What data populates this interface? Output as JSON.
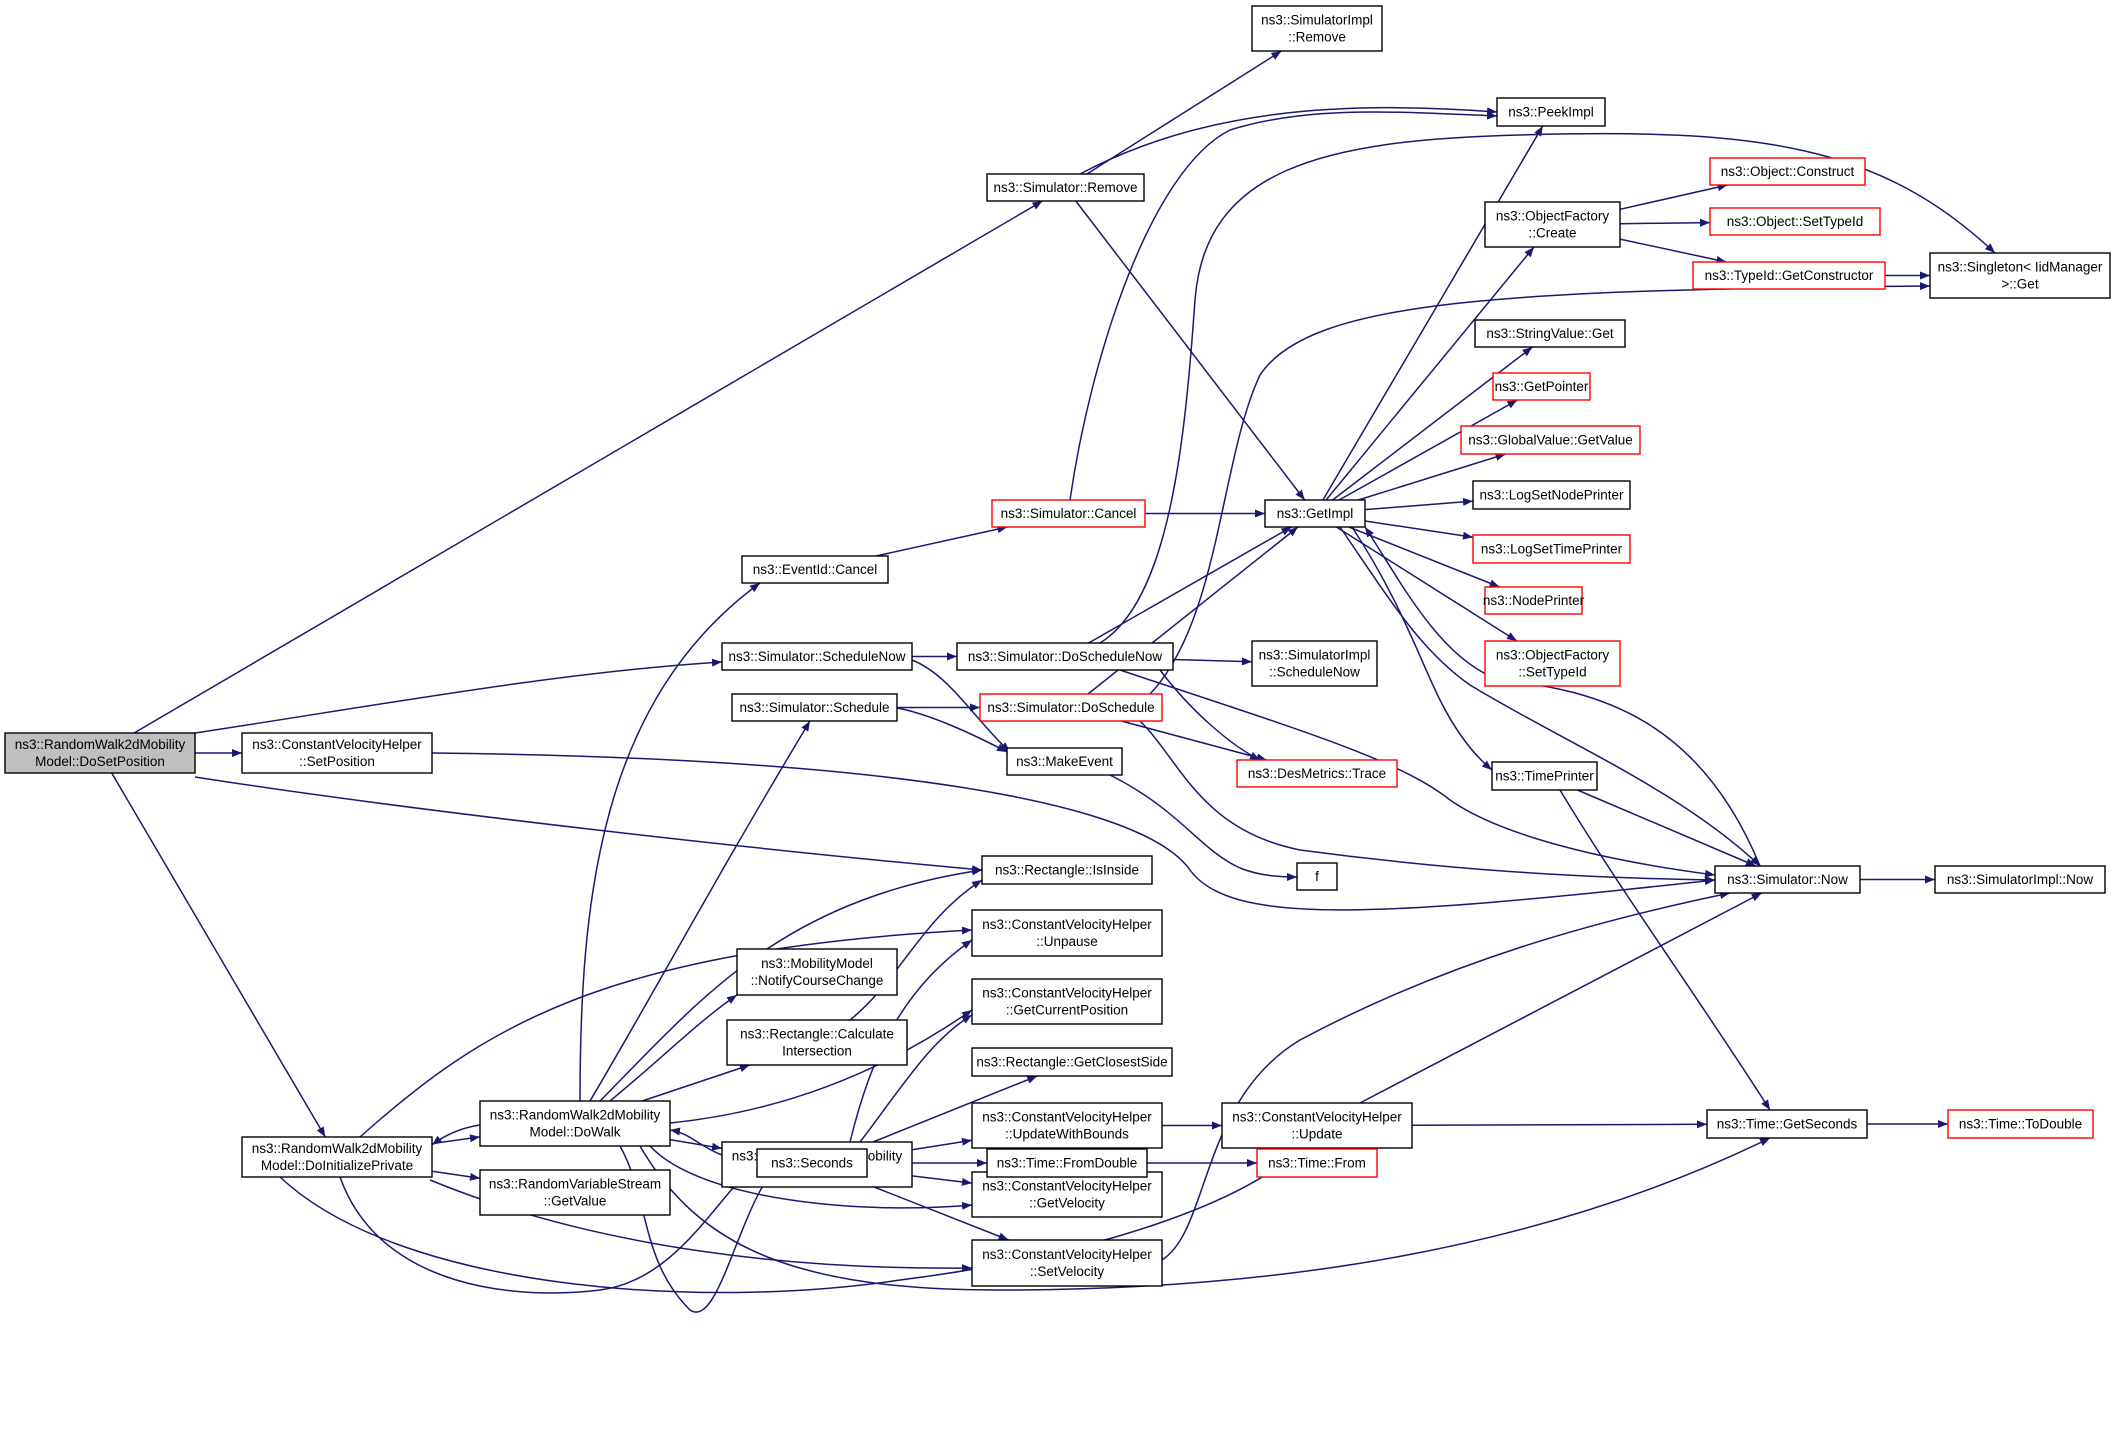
{
  "colors": {
    "edge": "#191970",
    "node_border": "#000000",
    "node_border_red": "#ff0000",
    "root_fill": "#bfbfbf",
    "background": "#ffffff"
  },
  "nodes": [
    {
      "id": "doSetPosition",
      "lines": [
        "ns3::RandomWalk2dMobility",
        "Model::DoSetPosition"
      ],
      "style": "root"
    },
    {
      "id": "cvhSetPosition",
      "lines": [
        "ns3::ConstantVelocityHelper",
        "::SetPosition"
      ],
      "style": "normal"
    },
    {
      "id": "doInitPrivate",
      "lines": [
        "ns3::RandomWalk2dMobility",
        "Model::DoInitializePrivate"
      ],
      "style": "normal"
    },
    {
      "id": "simRemove",
      "lines": [
        "ns3::Simulator::Remove"
      ],
      "style": "normal"
    },
    {
      "id": "simImplRemove",
      "lines": [
        "ns3::SimulatorImpl",
        "::Remove"
      ],
      "style": "normal"
    },
    {
      "id": "peekImpl",
      "lines": [
        "ns3::PeekImpl"
      ],
      "style": "normal"
    },
    {
      "id": "ofCreate",
      "lines": [
        "ns3::ObjectFactory",
        "::Create"
      ],
      "style": "normal"
    },
    {
      "id": "objConstruct",
      "lines": [
        "ns3::Object::Construct"
      ],
      "style": "red"
    },
    {
      "id": "objSetTypeId",
      "lines": [
        "ns3::Object::SetTypeId"
      ],
      "style": "red"
    },
    {
      "id": "typeIdGetCtor",
      "lines": [
        "ns3::TypeId::GetConstructor"
      ],
      "style": "red"
    },
    {
      "id": "singletonGet",
      "lines": [
        "ns3::Singleton< IidManager",
        ">::Get"
      ],
      "style": "normal"
    },
    {
      "id": "stringValueGet",
      "lines": [
        "ns3::StringValue::Get"
      ],
      "style": "normal"
    },
    {
      "id": "getPointer",
      "lines": [
        "ns3::GetPointer"
      ],
      "style": "red"
    },
    {
      "id": "gvGetValue",
      "lines": [
        "ns3::GlobalValue::GetValue"
      ],
      "style": "red"
    },
    {
      "id": "logSetNodePrinter",
      "lines": [
        "ns3::LogSetNodePrinter"
      ],
      "style": "normal"
    },
    {
      "id": "logSetTimePrinter",
      "lines": [
        "ns3::LogSetTimePrinter"
      ],
      "style": "red"
    },
    {
      "id": "nodePrinter",
      "lines": [
        "ns3::NodePrinter"
      ],
      "style": "red"
    },
    {
      "id": "ofSetTypeId",
      "lines": [
        "ns3::ObjectFactory",
        "::SetTypeId"
      ],
      "style": "red"
    },
    {
      "id": "simCancel",
      "lines": [
        "ns3::Simulator::Cancel"
      ],
      "style": "red"
    },
    {
      "id": "getImpl",
      "lines": [
        "ns3::GetImpl"
      ],
      "style": "normal"
    },
    {
      "id": "eventIdCancel",
      "lines": [
        "ns3::EventId::Cancel"
      ],
      "style": "normal"
    },
    {
      "id": "simScheduleNow",
      "lines": [
        "ns3::Simulator::ScheduleNow"
      ],
      "style": "normal"
    },
    {
      "id": "simDoScheduleNow",
      "lines": [
        "ns3::Simulator::DoScheduleNow"
      ],
      "style": "normal"
    },
    {
      "id": "simImplScheduleNow",
      "lines": [
        "ns3::SimulatorImpl",
        "::ScheduleNow"
      ],
      "style": "normal"
    },
    {
      "id": "simSchedule",
      "lines": [
        "ns3::Simulator::Schedule"
      ],
      "style": "normal"
    },
    {
      "id": "simDoSchedule",
      "lines": [
        "ns3::Simulator::DoSchedule"
      ],
      "style": "red"
    },
    {
      "id": "makeEvent",
      "lines": [
        "ns3::MakeEvent"
      ],
      "style": "normal"
    },
    {
      "id": "desMetricsTrace",
      "lines": [
        "ns3::DesMetrics::Trace"
      ],
      "style": "red"
    },
    {
      "id": "timePrinter",
      "lines": [
        "ns3::TimePrinter"
      ],
      "style": "normal"
    },
    {
      "id": "f",
      "lines": [
        "f"
      ],
      "style": "normal"
    },
    {
      "id": "rectIsInside",
      "lines": [
        "ns3::Rectangle::IsInside"
      ],
      "style": "normal"
    },
    {
      "id": "simNow",
      "lines": [
        "ns3::Simulator::Now"
      ],
      "style": "normal"
    },
    {
      "id": "simImplNow",
      "lines": [
        "ns3::SimulatorImpl::Now"
      ],
      "style": "normal"
    },
    {
      "id": "cvhUnpause",
      "lines": [
        "ns3::ConstantVelocityHelper",
        "::Unpause"
      ],
      "style": "normal"
    },
    {
      "id": "notifyCourseChange",
      "lines": [
        "ns3::MobilityModel",
        "::NotifyCourseChange"
      ],
      "style": "normal"
    },
    {
      "id": "cvhGetCurrentPosition",
      "lines": [
        "ns3::ConstantVelocityHelper",
        "::GetCurrentPosition"
      ],
      "style": "normal"
    },
    {
      "id": "rectCalcIntersection",
      "lines": [
        "ns3::Rectangle::Calculate",
        "Intersection"
      ],
      "style": "normal"
    },
    {
      "id": "rectGetClosestSide",
      "lines": [
        "ns3::Rectangle::GetClosestSide"
      ],
      "style": "normal"
    },
    {
      "id": "doWalk",
      "lines": [
        "ns3::RandomWalk2dMobility",
        "Model::DoWalk"
      ],
      "style": "normal"
    },
    {
      "id": "rebound",
      "lines": [
        "ns3::RandomWalk2dMobility",
        "Model::Rebound"
      ],
      "style": "normal"
    },
    {
      "id": "cvhUpdateWithBounds",
      "lines": [
        "ns3::ConstantVelocityHelper",
        "::UpdateWithBounds"
      ],
      "style": "normal"
    },
    {
      "id": "cvhUpdate",
      "lines": [
        "ns3::ConstantVelocityHelper",
        "::Update"
      ],
      "style": "normal"
    },
    {
      "id": "timeGetSeconds",
      "lines": [
        "ns3::Time::GetSeconds"
      ],
      "style": "normal"
    },
    {
      "id": "timeToDouble",
      "lines": [
        "ns3::Time::ToDouble"
      ],
      "style": "red"
    },
    {
      "id": "rvsGetValue",
      "lines": [
        "ns3::RandomVariableStream",
        "::GetValue"
      ],
      "style": "normal"
    },
    {
      "id": "cvhGetVelocity",
      "lines": [
        "ns3::ConstantVelocityHelper",
        "::GetVelocity"
      ],
      "style": "normal"
    },
    {
      "id": "cvhSetVelocity",
      "lines": [
        "ns3::ConstantVelocityHelper",
        "::SetVelocity"
      ],
      "style": "normal"
    },
    {
      "id": "seconds",
      "lines": [
        "ns3::Seconds"
      ],
      "style": "normal"
    },
    {
      "id": "timeFromDouble",
      "lines": [
        "ns3::Time::FromDouble"
      ],
      "style": "normal"
    },
    {
      "id": "timeFrom",
      "lines": [
        "ns3::Time::From"
      ],
      "style": "red"
    }
  ],
  "edges": [
    {
      "from": "doSetPosition",
      "to": "simRemove"
    },
    {
      "from": "doSetPosition",
      "to": "simScheduleNow"
    },
    {
      "from": "doSetPosition",
      "to": "cvhSetPosition"
    },
    {
      "from": "doSetPosition",
      "to": "rectIsInside"
    },
    {
      "from": "doSetPosition",
      "to": "doInitPrivate"
    },
    {
      "from": "cvhSetPosition",
      "to": "simNow"
    },
    {
      "from": "simRemove",
      "to": "simImplRemove"
    },
    {
      "from": "simRemove",
      "to": "peekImpl"
    },
    {
      "from": "simRemove",
      "to": "getImpl"
    },
    {
      "from": "simCancel",
      "to": "peekImpl"
    },
    {
      "from": "simCancel",
      "to": "getImpl"
    },
    {
      "from": "eventIdCancel",
      "to": "simCancel"
    },
    {
      "from": "simScheduleNow",
      "to": "simDoScheduleNow"
    },
    {
      "from": "simScheduleNow",
      "to": "makeEvent"
    },
    {
      "from": "simDoScheduleNow",
      "to": "singletonGet"
    },
    {
      "from": "simDoScheduleNow",
      "to": "getImpl"
    },
    {
      "from": "simDoScheduleNow",
      "to": "simImplScheduleNow"
    },
    {
      "from": "simDoScheduleNow",
      "to": "desMetricsTrace"
    },
    {
      "from": "simDoScheduleNow",
      "to": "simNow"
    },
    {
      "from": "simSchedule",
      "to": "simDoSchedule"
    },
    {
      "from": "simSchedule",
      "to": "makeEvent"
    },
    {
      "from": "simDoSchedule",
      "to": "singletonGet"
    },
    {
      "from": "simDoSchedule",
      "to": "getImpl"
    },
    {
      "from": "simDoSchedule",
      "to": "desMetricsTrace"
    },
    {
      "from": "simDoSchedule",
      "to": "simNow"
    },
    {
      "from": "makeEvent",
      "to": "f"
    },
    {
      "from": "getImpl",
      "to": "peekImpl"
    },
    {
      "from": "getImpl",
      "to": "ofCreate"
    },
    {
      "from": "getImpl",
      "to": "stringValueGet"
    },
    {
      "from": "getImpl",
      "to": "getPointer"
    },
    {
      "from": "getImpl",
      "to": "gvGetValue"
    },
    {
      "from": "getImpl",
      "to": "logSetNodePrinter"
    },
    {
      "from": "getImpl",
      "to": "logSetTimePrinter"
    },
    {
      "from": "getImpl",
      "to": "nodePrinter"
    },
    {
      "from": "getImpl",
      "to": "ofSetTypeId"
    },
    {
      "from": "getImpl",
      "to": "timePrinter"
    },
    {
      "from": "getImpl",
      "to": "simNow"
    },
    {
      "from": "simNow",
      "to": "getImpl"
    },
    {
      "from": "ofCreate",
      "to": "objConstruct"
    },
    {
      "from": "ofCreate",
      "to": "objSetTypeId"
    },
    {
      "from": "ofCreate",
      "to": "typeIdGetCtor"
    },
    {
      "from": "typeIdGetCtor",
      "to": "singletonGet"
    },
    {
      "from": "timePrinter",
      "to": "simNow"
    },
    {
      "from": "timePrinter",
      "to": "timeGetSeconds"
    },
    {
      "from": "simNow",
      "to": "simImplNow"
    },
    {
      "from": "doInitPrivate",
      "to": "doWalk"
    },
    {
      "from": "doInitPrivate",
      "to": "cvhUnpause"
    },
    {
      "from": "doInitPrivate",
      "to": "rvsGetValue"
    },
    {
      "from": "doInitPrivate",
      "to": "cvhSetVelocity"
    },
    {
      "from": "doInitPrivate",
      "to": "cvhUpdate"
    },
    {
      "from": "doInitPrivate",
      "to": "seconds"
    },
    {
      "from": "doWalk",
      "to": "eventIdCancel"
    },
    {
      "from": "doWalk",
      "to": "simSchedule"
    },
    {
      "from": "doWalk",
      "to": "rectIsInside"
    },
    {
      "from": "doWalk",
      "to": "notifyCourseChange"
    },
    {
      "from": "doWalk",
      "to": "rectCalcIntersection"
    },
    {
      "from": "doWalk",
      "to": "cvhGetCurrentPosition"
    },
    {
      "from": "doWalk",
      "to": "rebound"
    },
    {
      "from": "doWalk",
      "to": "doInitPrivate"
    },
    {
      "from": "doWalk",
      "to": "cvhGetVelocity"
    },
    {
      "from": "doWalk",
      "to": "timeGetSeconds"
    },
    {
      "from": "doWalk",
      "to": "seconds"
    },
    {
      "from": "rebound",
      "to": "doWalk"
    },
    {
      "from": "rebound",
      "to": "cvhUnpause"
    },
    {
      "from": "rebound",
      "to": "cvhGetCurrentPosition"
    },
    {
      "from": "rebound",
      "to": "rectGetClosestSide"
    },
    {
      "from": "rebound",
      "to": "cvhUpdateWithBounds"
    },
    {
      "from": "rebound",
      "to": "cvhGetVelocity"
    },
    {
      "from": "rebound",
      "to": "cvhSetVelocity"
    },
    {
      "from": "rectCalcIntersection",
      "to": "rectIsInside"
    },
    {
      "from": "cvhUpdateWithBounds",
      "to": "cvhUpdate"
    },
    {
      "from": "cvhUpdate",
      "to": "simNow"
    },
    {
      "from": "cvhUpdate",
      "to": "timeGetSeconds"
    },
    {
      "from": "cvhSetVelocity",
      "to": "simNow"
    },
    {
      "from": "timeGetSeconds",
      "to": "timeToDouble"
    },
    {
      "from": "seconds",
      "to": "timeFromDouble"
    },
    {
      "from": "timeFromDouble",
      "to": "timeFrom"
    }
  ]
}
